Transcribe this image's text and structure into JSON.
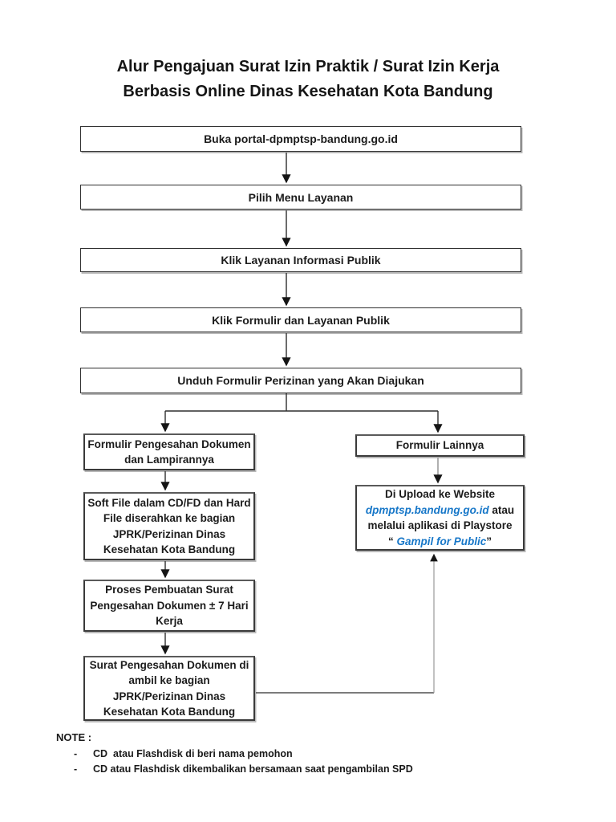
{
  "title": {
    "line1": "Alur Pengajuan Surat Izin Praktik / Surat Izin Kerja",
    "line2": "Berbasis Online Dinas Kesehatan Kota Bandung"
  },
  "flowchart": {
    "steps": [
      "Buka portal-dpmptsp-bandung.go.id",
      "Pilih Menu Layanan",
      "Klik Layanan Informasi Publik",
      "Klik Formulir dan Layanan Publik",
      "Unduh Formulir Perizinan yang Akan Diajukan"
    ],
    "left_branch": {
      "box_pengesahan": "Formulir Pengesahan Dokumen dan Lampirannya",
      "box_softfile": "Soft File dalam CD/FD dan Hard File diserahkan ke bagian JPRK/Perizinan Dinas Kesehatan Kota Bandung",
      "box_proses": "Proses Pembuatan Surat Pengesahan Dokumen ± 7 Hari Kerja",
      "box_surat": "Surat Pengesahan Dokumen di ambil ke bagian JPRK/Perizinan Dinas Kesehatan Kota Bandung"
    },
    "right_branch": {
      "box_lainnya": "Formulir Lainnya",
      "upload_line1": "Di Upload ke Website",
      "upload_link": "dpmptsp.bandung.go.id",
      "upload_link_suffix": " atau",
      "upload_line3": "melalui aplikasi di Playstore",
      "upload_quote_open": "“ ",
      "upload_app_name": "Gampil for Public",
      "upload_quote_close": "”"
    }
  },
  "note": {
    "heading": "NOTE :",
    "bullet": "-",
    "items": [
      "CD  atau Flashdisk di beri nama pemohon",
      "CD atau Flashdisk dikembalikan bersamaan saat pengambilan SPD"
    ]
  },
  "colors": {
    "link_blue": "#1777C8",
    "text": "#1f1f1f",
    "line": "#2e2e2e"
  }
}
